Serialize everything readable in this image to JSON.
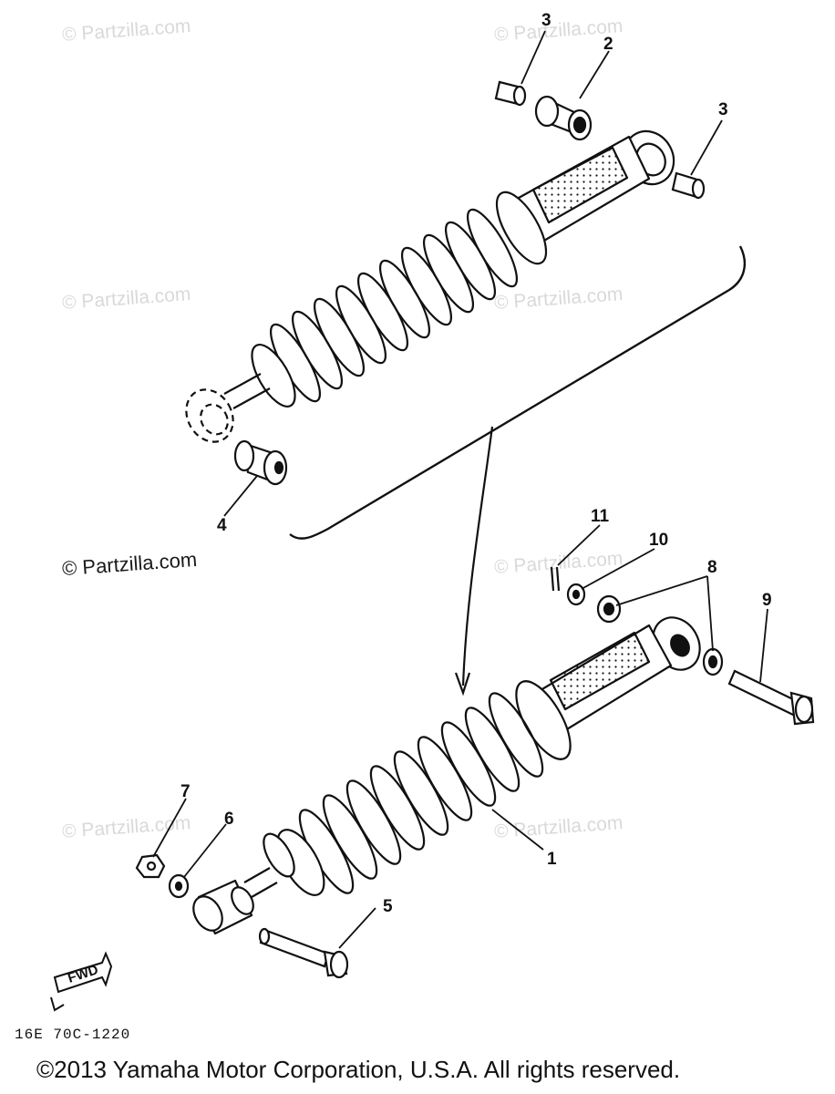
{
  "watermarks": [
    "© Partzilla.com",
    "© Partzilla.com",
    "© Partzilla.com",
    "© Partzilla.com",
    "© Partzilla.com",
    "© Partzilla.com",
    "© Partzilla.com",
    "© Partzilla.com"
  ],
  "callouts": {
    "c1": "1",
    "c2": "2",
    "c3a": "3",
    "c3b": "3",
    "c4": "4",
    "c5": "5",
    "c6": "6",
    "c7": "7",
    "c8": "8",
    "c9": "9",
    "c10": "10",
    "c11": "11"
  },
  "fwd_label": "FWD",
  "diagram_code": "16E 70C-1220",
  "copyright": "©2013  Yamaha Motor Corporation, U.S.A. All rights reserved."
}
